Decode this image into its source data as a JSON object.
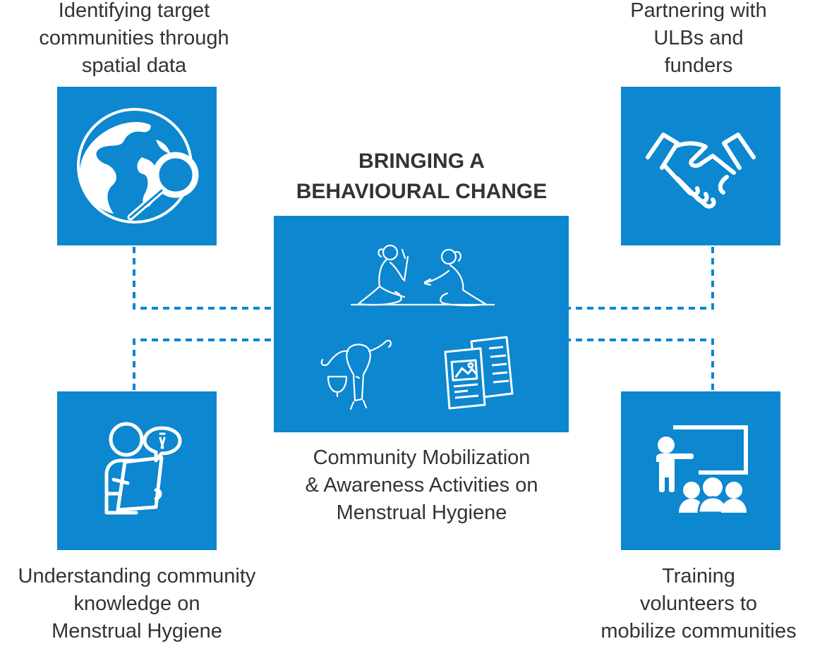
{
  "center": {
    "title_line1": "BRINGING A",
    "title_line2": "BEHAVIOURAL CHANGE",
    "caption_line1": "Community Mobilization",
    "caption_line2": "& Awareness Activities on",
    "caption_line3": "Menstrual Hygiene"
  },
  "top_left": {
    "line1": "Identifying target",
    "line2": "communities through",
    "line3": "spatial data",
    "icon": "globe-magnifier-icon"
  },
  "top_right": {
    "line1": "Partnering with",
    "line2": "ULBs and",
    "line3": "funders",
    "icon": "handshake-icon"
  },
  "bottom_left": {
    "line1": "Understanding community",
    "line2": "knowledge on",
    "line3": "Menstrual Hygiene",
    "icon": "person-clipboard-speech-icon"
  },
  "bottom_right": {
    "line1": "Training",
    "line2": "volunteers to",
    "line3": "mobilize communities",
    "icon": "presentation-audience-icon"
  },
  "colors": {
    "box": "#0c87d0",
    "text": "#333333",
    "icon": "#ffffff"
  }
}
